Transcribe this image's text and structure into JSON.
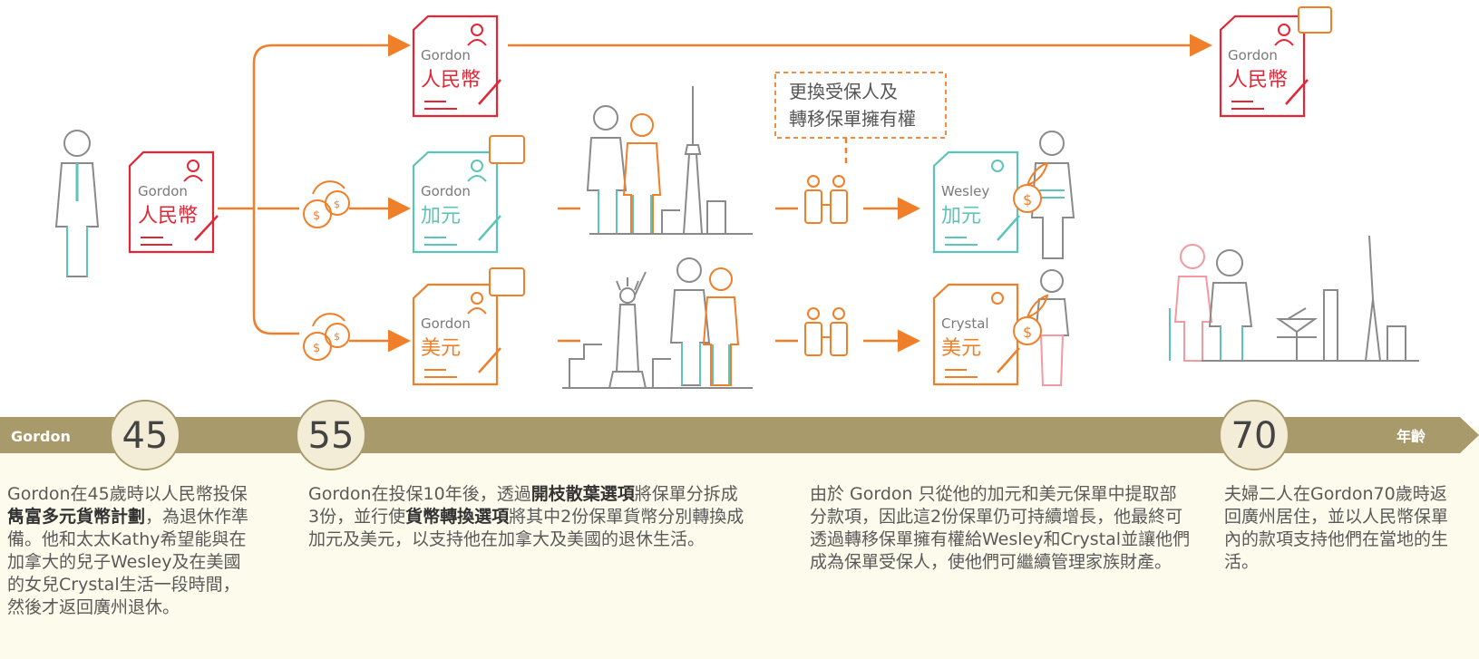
{
  "colors": {
    "red": "#e32636",
    "orange": "#f07f2a",
    "teal": "#5cc4b8",
    "gray": "#8a8a8a",
    "timeline": "#a99a6c",
    "age_circle": "#f3ecd6",
    "description_band": "#fdfbec"
  },
  "documents": {
    "start_rmb": {
      "name": "Gordon",
      "currency": "人民幣",
      "icon": "person-icon"
    },
    "top_rmb": {
      "name": "Gordon",
      "currency": "人民幣",
      "icon": "person-icon"
    },
    "cad": {
      "name": "Gordon",
      "currency": "加元",
      "icon": "person-icon"
    },
    "usd": {
      "name": "Gordon",
      "currency": "美元",
      "icon": "person-icon"
    },
    "wesley_cad": {
      "name": "Wesley",
      "currency": "加元",
      "icon": "dollar-plant-icon"
    },
    "crystal_usd": {
      "name": "Crystal",
      "currency": "美元",
      "icon": "dollar-plant-icon"
    },
    "end_rmb": {
      "name": "Gordon",
      "currency": "人民幣",
      "icon": "cash-hand-icon"
    }
  },
  "callout": {
    "line1": "更換受保人及",
    "line2": "轉移保單擁有權"
  },
  "timeline": {
    "name_label": "Gordon",
    "age_label": "年齡",
    "ages": [
      "45",
      "55",
      "70"
    ]
  },
  "descriptions": {
    "col1": {
      "prefix": "Gordon在45歲時以人民幣投保",
      "bold": "雋富多元貨幣計劃",
      "suffix": "，為退休作準備。他和太太Kathy希望能與在加拿大的兒子Wesley及在美國的女兒Crystal生活一段時間，然後才返回廣州退休。"
    },
    "col2": {
      "part1": "Gordon在投保10年後，透過",
      "bold1": "開枝散葉選項",
      "part2": "將保單分拆成3份，並行使",
      "bold2": "貨幣轉換選項",
      "part3": "將其中2份保單貨幣分別轉換成加元及美元，以支持他在加拿大及美國的退休生活。"
    },
    "col3": {
      "text": "由於 Gordon 只從他的加元和美元保單中提取部分款項，因此這2份保單仍可持續增長，他最終可透過轉移保單擁有權給Wesley和Crystal並讓他們成為保單受保人，使他們可繼續管理家族財產。"
    },
    "col4": {
      "text": "夫婦二人在Gordon70歲時返回廣州居住，並以人民幣保單內的款項支持他們在當地的生活。"
    }
  }
}
